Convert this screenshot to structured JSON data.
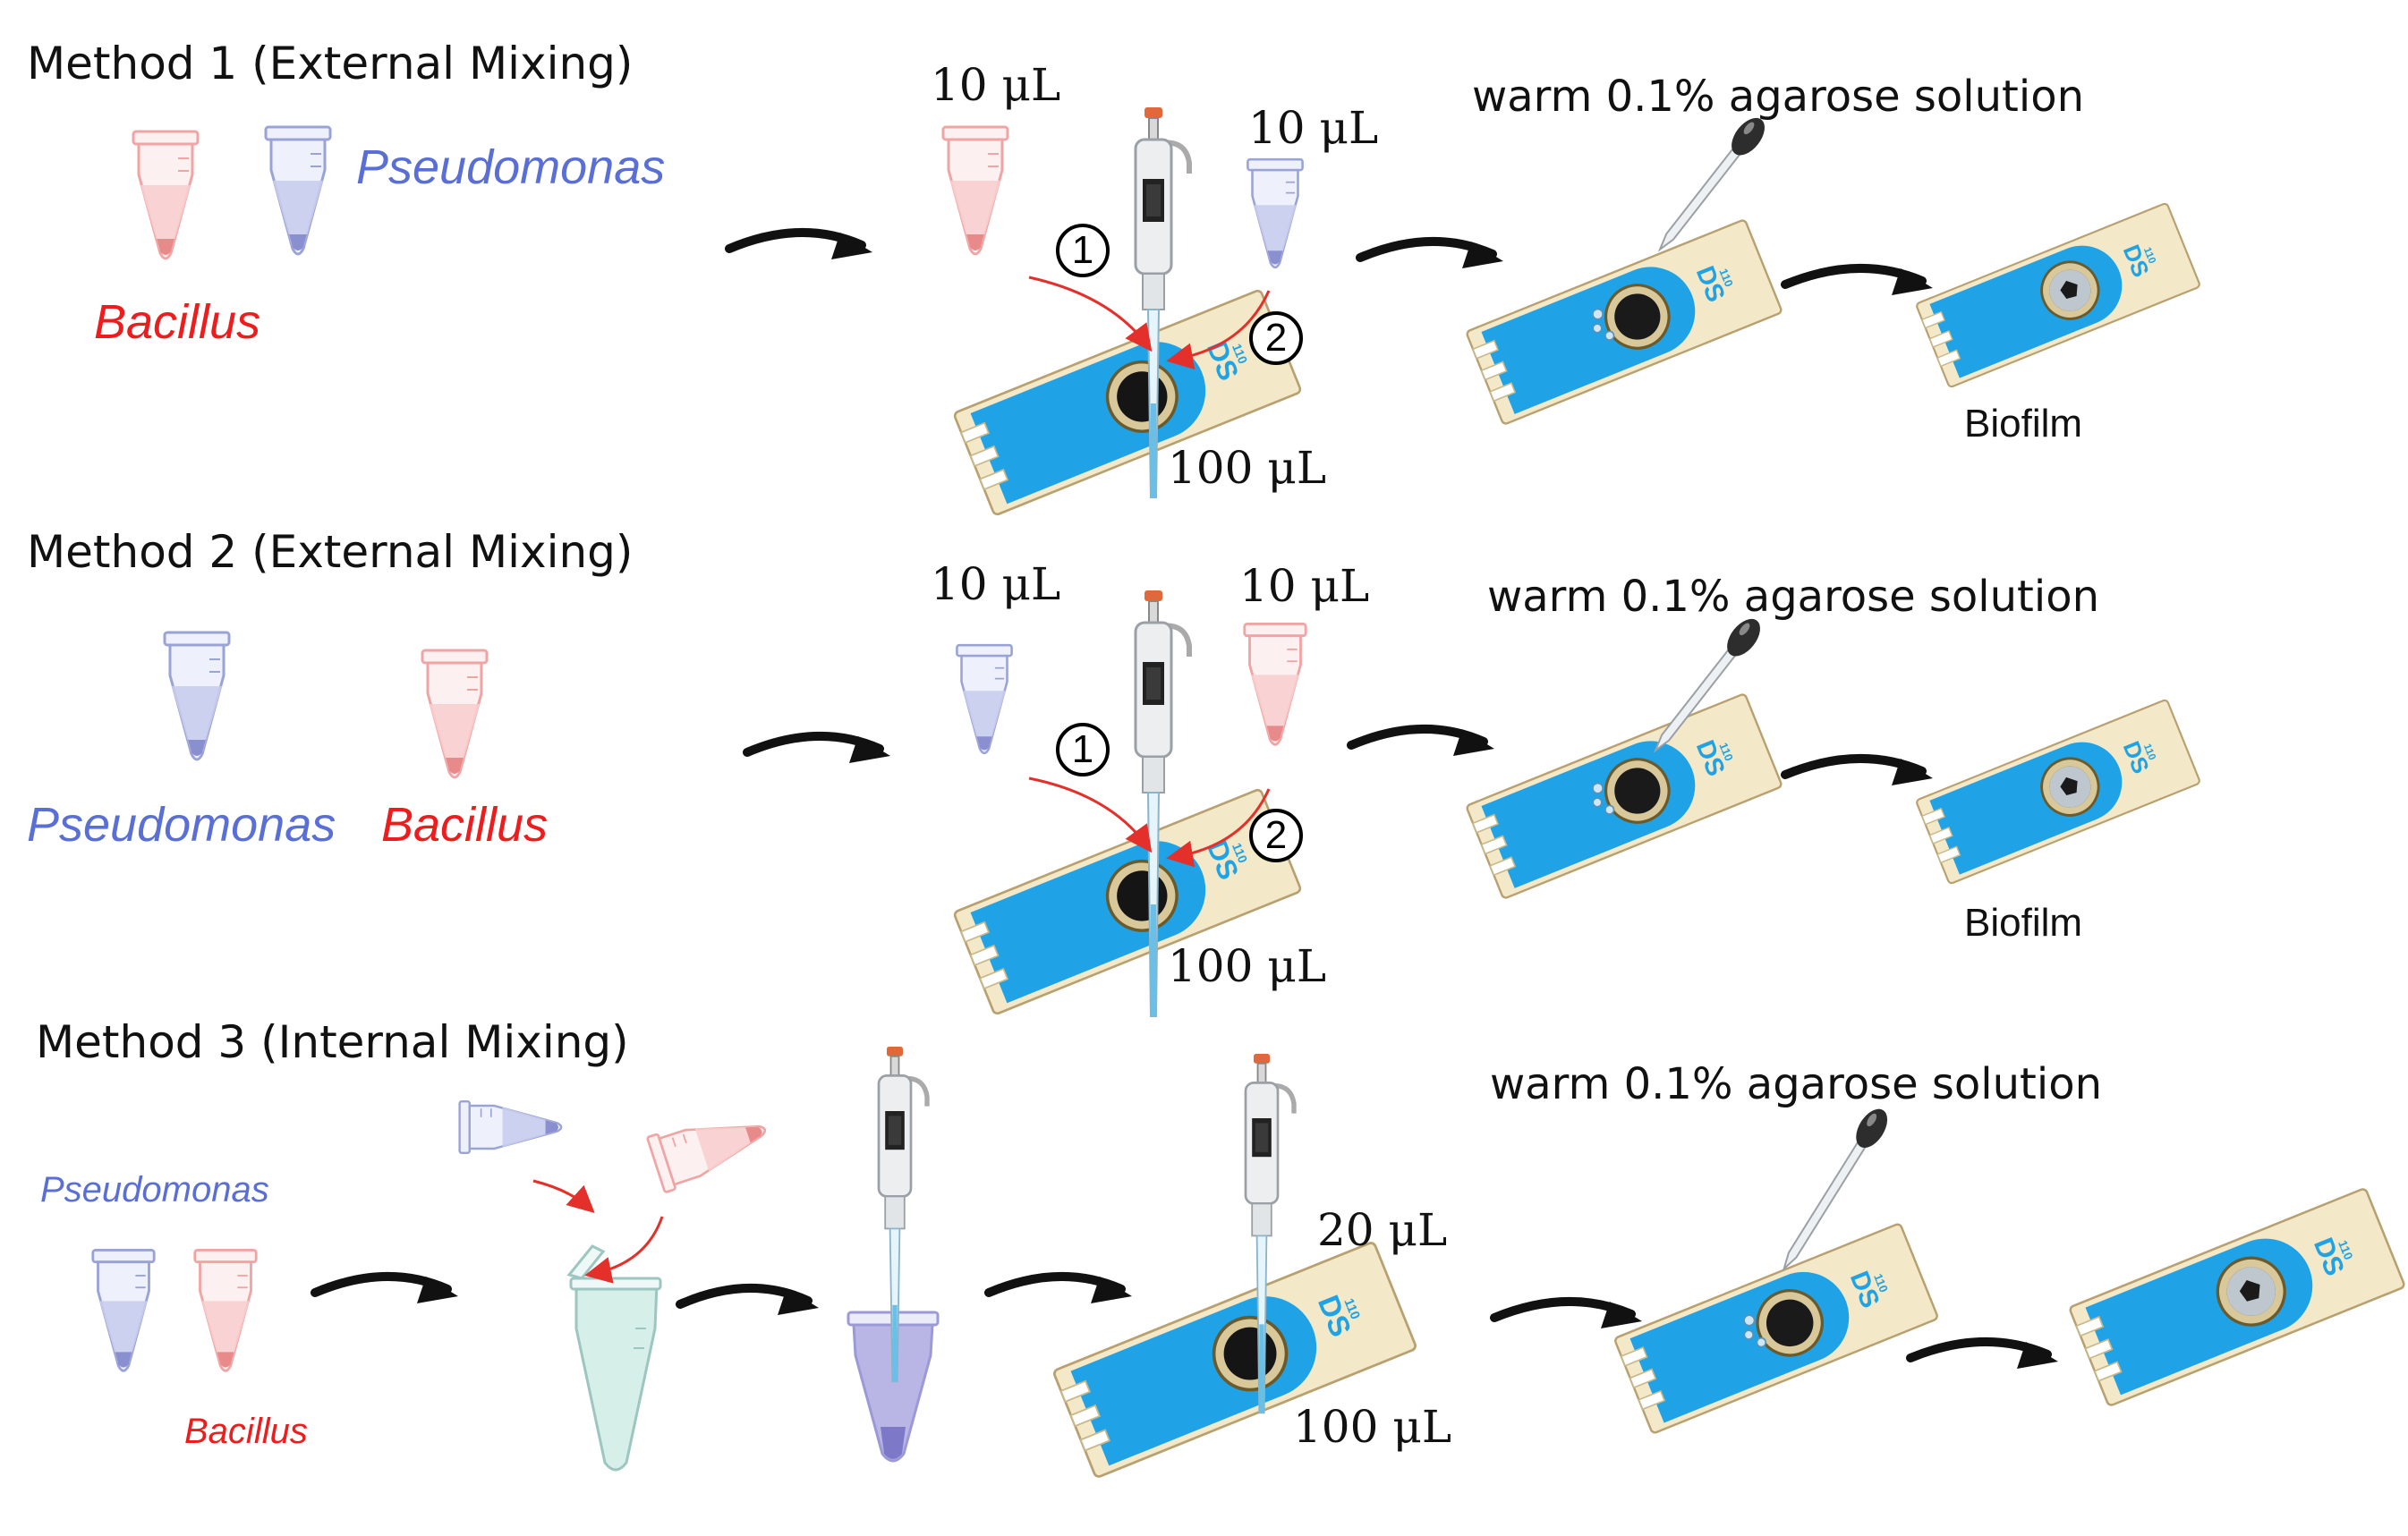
{
  "methods": [
    {
      "title": "Method 1 (External Mixing)",
      "organism_top": "Pseudomonas",
      "organism_bottom": "Bacillus",
      "volume_left": "10 μL",
      "volume_right": "10 μL",
      "volume_well": "100 μL",
      "step1": "1",
      "step2": "2",
      "agarose_label": "warm 0.1% agarose solution",
      "result_label": "Biofilm"
    },
    {
      "title": "Method 2 (External Mixing)",
      "organism_left": "Pseudomonas",
      "organism_right": "Bacillus",
      "volume_left": "10 μL",
      "volume_right": "10 μL",
      "volume_well": "100 μL",
      "step1": "1",
      "step2": "2",
      "agarose_label": "warm 0.1% agarose solution",
      "result_label": "Biofilm"
    },
    {
      "title": "Method 3 (Internal Mixing)",
      "organism_top": "Pseudomonas",
      "organism_bottom": "Bacillus",
      "volume_pipette": "20 μL",
      "volume_well": "100 μL",
      "agarose_label": "warm 0.1% agarose solution"
    }
  ],
  "strip_label": "DS",
  "strip_number": "110",
  "colors": {
    "pseudomonas": "#5a6fd6",
    "bacillus": "#ee1c1c",
    "strip_blue": "#1fa2e6",
    "strip_cream": "#f3e8c8",
    "arrow": "#111111",
    "red_arrow": "#e3302a"
  }
}
